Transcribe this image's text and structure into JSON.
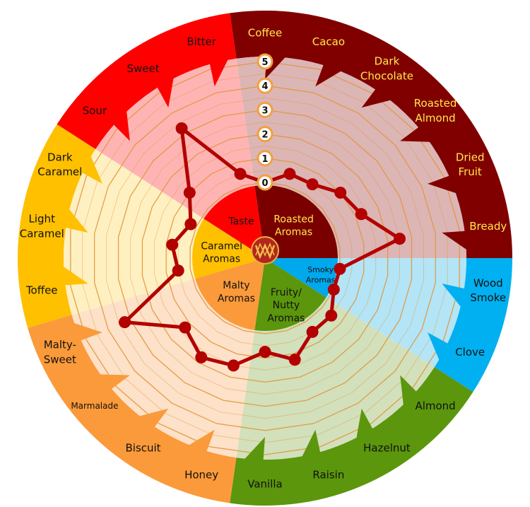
{
  "chart_data": {
    "type": "radar",
    "title": "",
    "scale": {
      "min": 0,
      "max": 5,
      "ticks": [
        "0",
        "1",
        "2",
        "3",
        "4",
        "5"
      ]
    },
    "groups": [
      {
        "id": "roasted",
        "lines": [
          "Roasted",
          "Aromas"
        ],
        "outer": "#800000",
        "light": "#dcb5b5",
        "inner": "#7a0000",
        "text": "#ffe84a",
        "label_text": "#ffe84a"
      },
      {
        "id": "smoky",
        "lines": [
          "Smoky",
          "Aromas"
        ],
        "outer": "#00b0f0",
        "light": "#b3e5f7",
        "inner": "#00a8ec",
        "text": "#111111",
        "label_text": "#111111"
      },
      {
        "id": "fruity",
        "lines": [
          "Fruity/",
          "Nutty",
          "Aromas"
        ],
        "outer": "#5b960c",
        "light": "#d2e0bc",
        "inner": "#5b960c",
        "text": "#111111",
        "label_text": "#111111"
      },
      {
        "id": "malty",
        "lines": [
          "Malty",
          "Aromas"
        ],
        "outer": "#fb9a3a",
        "light": "#fde1c8",
        "inner": "#fb9a3a",
        "text": "#111111",
        "label_text": "#111111"
      },
      {
        "id": "caramel",
        "lines": [
          "Caramel",
          "Aromas"
        ],
        "outer": "#ffc000",
        "light": "#fff0c2",
        "inner": "#ffc000",
        "text": "#111111",
        "label_text": "#111111"
      },
      {
        "id": "taste",
        "lines": [
          "Taste"
        ],
        "outer": "#ff0000",
        "light": "#ffb4b4",
        "inner": "#ff0000",
        "text": "#111111",
        "label_text": "#111111"
      }
    ],
    "attributes": [
      {
        "lines": [
          "Coffee"
        ],
        "group": "roasted",
        "value": 0
      },
      {
        "lines": [
          "Cacao"
        ],
        "group": "roasted",
        "value": 0.5
      },
      {
        "lines": [
          "Dark",
          "Chocolate"
        ],
        "group": "roasted",
        "value": 0.5
      },
      {
        "lines": [
          "Roasted",
          "Almond"
        ],
        "group": "roasted",
        "value": 1
      },
      {
        "lines": [
          "Dried",
          "Fruit"
        ],
        "group": "roasted",
        "value": 1.25
      },
      {
        "lines": [
          "Bready"
        ],
        "group": "roasted",
        "value": 2.5
      },
      {
        "lines": [
          "Wood",
          "Smoke"
        ],
        "group": "smoky",
        "value": 0
      },
      {
        "lines": [
          "Clove"
        ],
        "group": "smoky",
        "value": 0
      },
      {
        "lines": [
          "Almond"
        ],
        "group": "fruity",
        "value": 0.5
      },
      {
        "lines": [
          "Hazelnut"
        ],
        "group": "fruity",
        "value": 0.5
      },
      {
        "lines": [
          "Raisin"
        ],
        "group": "fruity",
        "value": 1.25
      },
      {
        "lines": [
          "Vanilla"
        ],
        "group": "fruity",
        "value": 0.75
      },
      {
        "lines": [
          "Honey"
        ],
        "group": "malty",
        "value": 1.5
      },
      {
        "lines": [
          "Biscuit"
        ],
        "group": "malty",
        "value": 1.75
      },
      {
        "lines": [
          "Marmalade"
        ],
        "group": "malty",
        "value": 1.25
      },
      {
        "lines": [
          "Malty-",
          "Sweet"
        ],
        "group": "malty",
        "value": 3.25
      },
      {
        "lines": [
          "Toffee"
        ],
        "group": "caramel",
        "value": 0.5
      },
      {
        "lines": [
          "Light",
          "Caramel"
        ],
        "group": "caramel",
        "value": 0.75
      },
      {
        "lines": [
          "Dark",
          "Caramel"
        ],
        "group": "caramel",
        "value": 0.25
      },
      {
        "lines": [
          "Sour"
        ],
        "group": "taste",
        "value": 1
      },
      {
        "lines": [
          "Sweet"
        ],
        "group": "taste",
        "value": 3.25
      },
      {
        "lines": [
          "Bitter"
        ],
        "group": "taste",
        "value": 0.5
      }
    ],
    "series_color": "#b30000",
    "grid_color": "#e0963a"
  }
}
